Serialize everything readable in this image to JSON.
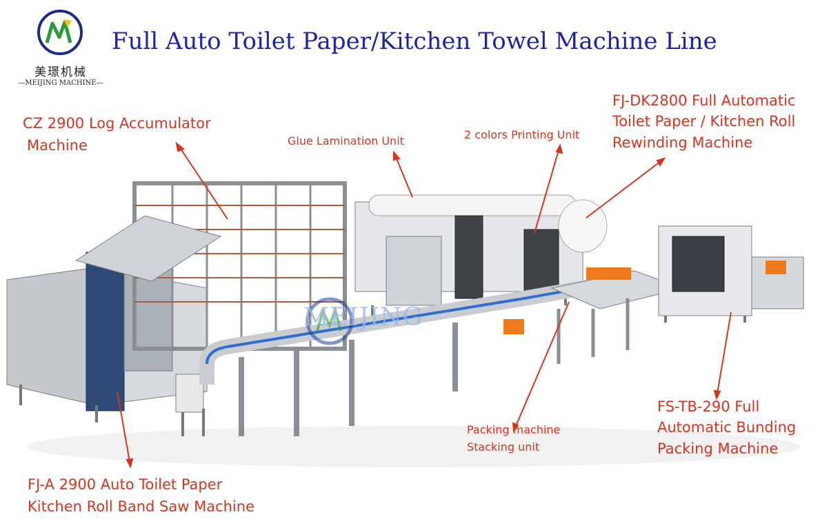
{
  "logo": {
    "cn_text": "美璟机械",
    "en_text": "—MEIJING MACHINE—"
  },
  "title": "Full Auto Toilet Paper/Kitchen Towel Machine Line",
  "labels": {
    "log_accumulator_line1": "CZ 2900 Log Accumulator",
    "log_accumulator_line2": "Machine",
    "glue_lamination": "Glue Lamination Unit",
    "printing_unit": "2 colors Printing Unit",
    "rewinding_line1": "FJ-DK2800 Full Automatic",
    "rewinding_line2": "Toilet Paper / Kitchen Roll",
    "rewinding_line3": "Rewinding Machine",
    "packing_line1": "Packing machine",
    "packing_line2": "Stacking unit",
    "bunding_line1": "FS-TB-290 Full",
    "bunding_line2": "Automatic Bunding",
    "bunding_line3": "Packing Machine",
    "band_saw_line1": "FJ-A 2900 Auto Toilet Paper",
    "band_saw_line2": "Kitchen Roll Band Saw Machine"
  },
  "watermark": "MEIJING",
  "colors": {
    "title": "#1d23a8",
    "label": "#d8341f",
    "machine_frame": "#8a8f96",
    "machine_blue": "#2e4b78",
    "conveyor_blue": "#2f6fd1"
  }
}
